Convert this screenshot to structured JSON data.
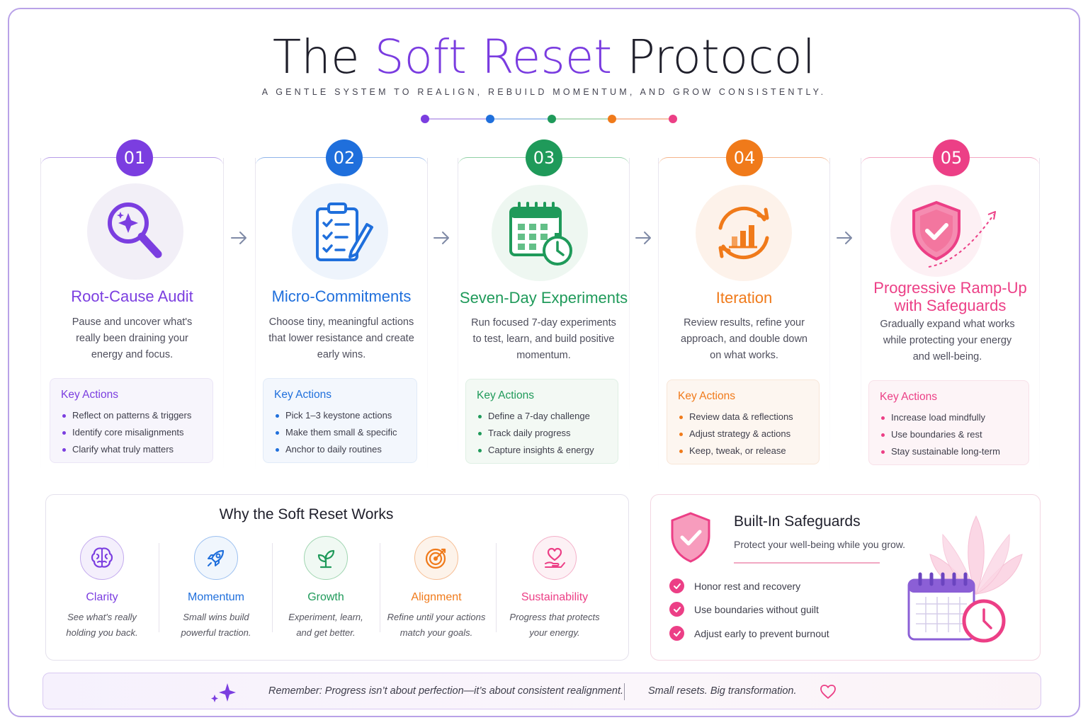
{
  "header": {
    "title_pre": "The",
    "title_accent": "Soft Reset",
    "title_post": "Protocol",
    "subtitle": "A GENTLE SYSTEM TO REALIGN, REBUILD MOMENTUM, AND GROW CONSISTENTLY."
  },
  "colors": {
    "purple": "#7b3ee0",
    "blue": "#1f6fdc",
    "green": "#1f9a5a",
    "orange": "#f07a1a",
    "pink": "#ec3f86"
  },
  "steps": [
    {
      "number": "01",
      "title": "Root-Cause Audit",
      "description": "Pause and uncover what's really been draining your energy and focus.",
      "icon": "magnifier-sparkle-icon",
      "key_actions_label": "Key Actions",
      "actions": [
        "Reflect on patterns & triggers",
        "Identify core misalignments",
        "Clarify what truly matters"
      ]
    },
    {
      "number": "02",
      "title": "Micro-Commitments",
      "description": "Choose tiny, meaningful actions that lower resistance and create early wins.",
      "icon": "clipboard-checklist-icon",
      "key_actions_label": "Key Actions",
      "actions": [
        "Pick 1–3 keystone actions",
        "Make them small & specific",
        "Anchor to daily routines"
      ]
    },
    {
      "number": "03",
      "title": "Seven-Day Experiments",
      "description": "Run focused 7-day experiments to test, learn, and build positive momentum.",
      "icon": "calendar-stopwatch-icon",
      "key_actions_label": "Key Actions",
      "actions": [
        "Define a 7-day challenge",
        "Track daily progress",
        "Capture insights & energy"
      ]
    },
    {
      "number": "04",
      "title": "Iteration",
      "description": "Review results, refine your approach, and double down on what works.",
      "icon": "cycle-chart-icon",
      "key_actions_label": "Key Actions",
      "actions": [
        "Review data & reflections",
        "Adjust strategy & actions",
        "Keep, tweak, or release"
      ]
    },
    {
      "number": "05",
      "title_line1": "Progressive Ramp-Up",
      "title_line2": "with Safeguards",
      "description": "Gradually expand what works while protecting your energy and well-being.",
      "icon": "shield-check-icon",
      "key_actions_label": "Key Actions",
      "actions": [
        "Increase load mindfully",
        "Use boundaries & rest",
        "Stay sustainable long-term"
      ]
    }
  ],
  "why": {
    "title": "Why the Soft Reset Works",
    "items": [
      {
        "name": "Clarity",
        "line1": "See what's really",
        "line2": "holding you back.",
        "icon": "brain-icon"
      },
      {
        "name": "Momentum",
        "line1": "Small wins build",
        "line2": "powerful traction.",
        "icon": "rocket-icon"
      },
      {
        "name": "Growth",
        "line1": "Experiment, learn,",
        "line2": "and get better.",
        "icon": "sprout-icon"
      },
      {
        "name": "Alignment",
        "line1": "Refine until your actions",
        "line2": "match your goals.",
        "icon": "target-icon"
      },
      {
        "name": "Sustainability",
        "line1": "Progress that protects",
        "line2": "your energy.",
        "icon": "heart-hand-icon"
      }
    ]
  },
  "safeguards": {
    "title": "Built-In Safeguards",
    "subtitle": "Protect your well-being while you grow.",
    "items": [
      "Honor rest and recovery",
      "Use boundaries without guilt",
      "Adjust early to prevent burnout"
    ]
  },
  "footer": {
    "remember": "Remember: Progress isn’t about perfection—it’s about consistent realignment.",
    "tagline": "Small resets. Big transformation."
  }
}
